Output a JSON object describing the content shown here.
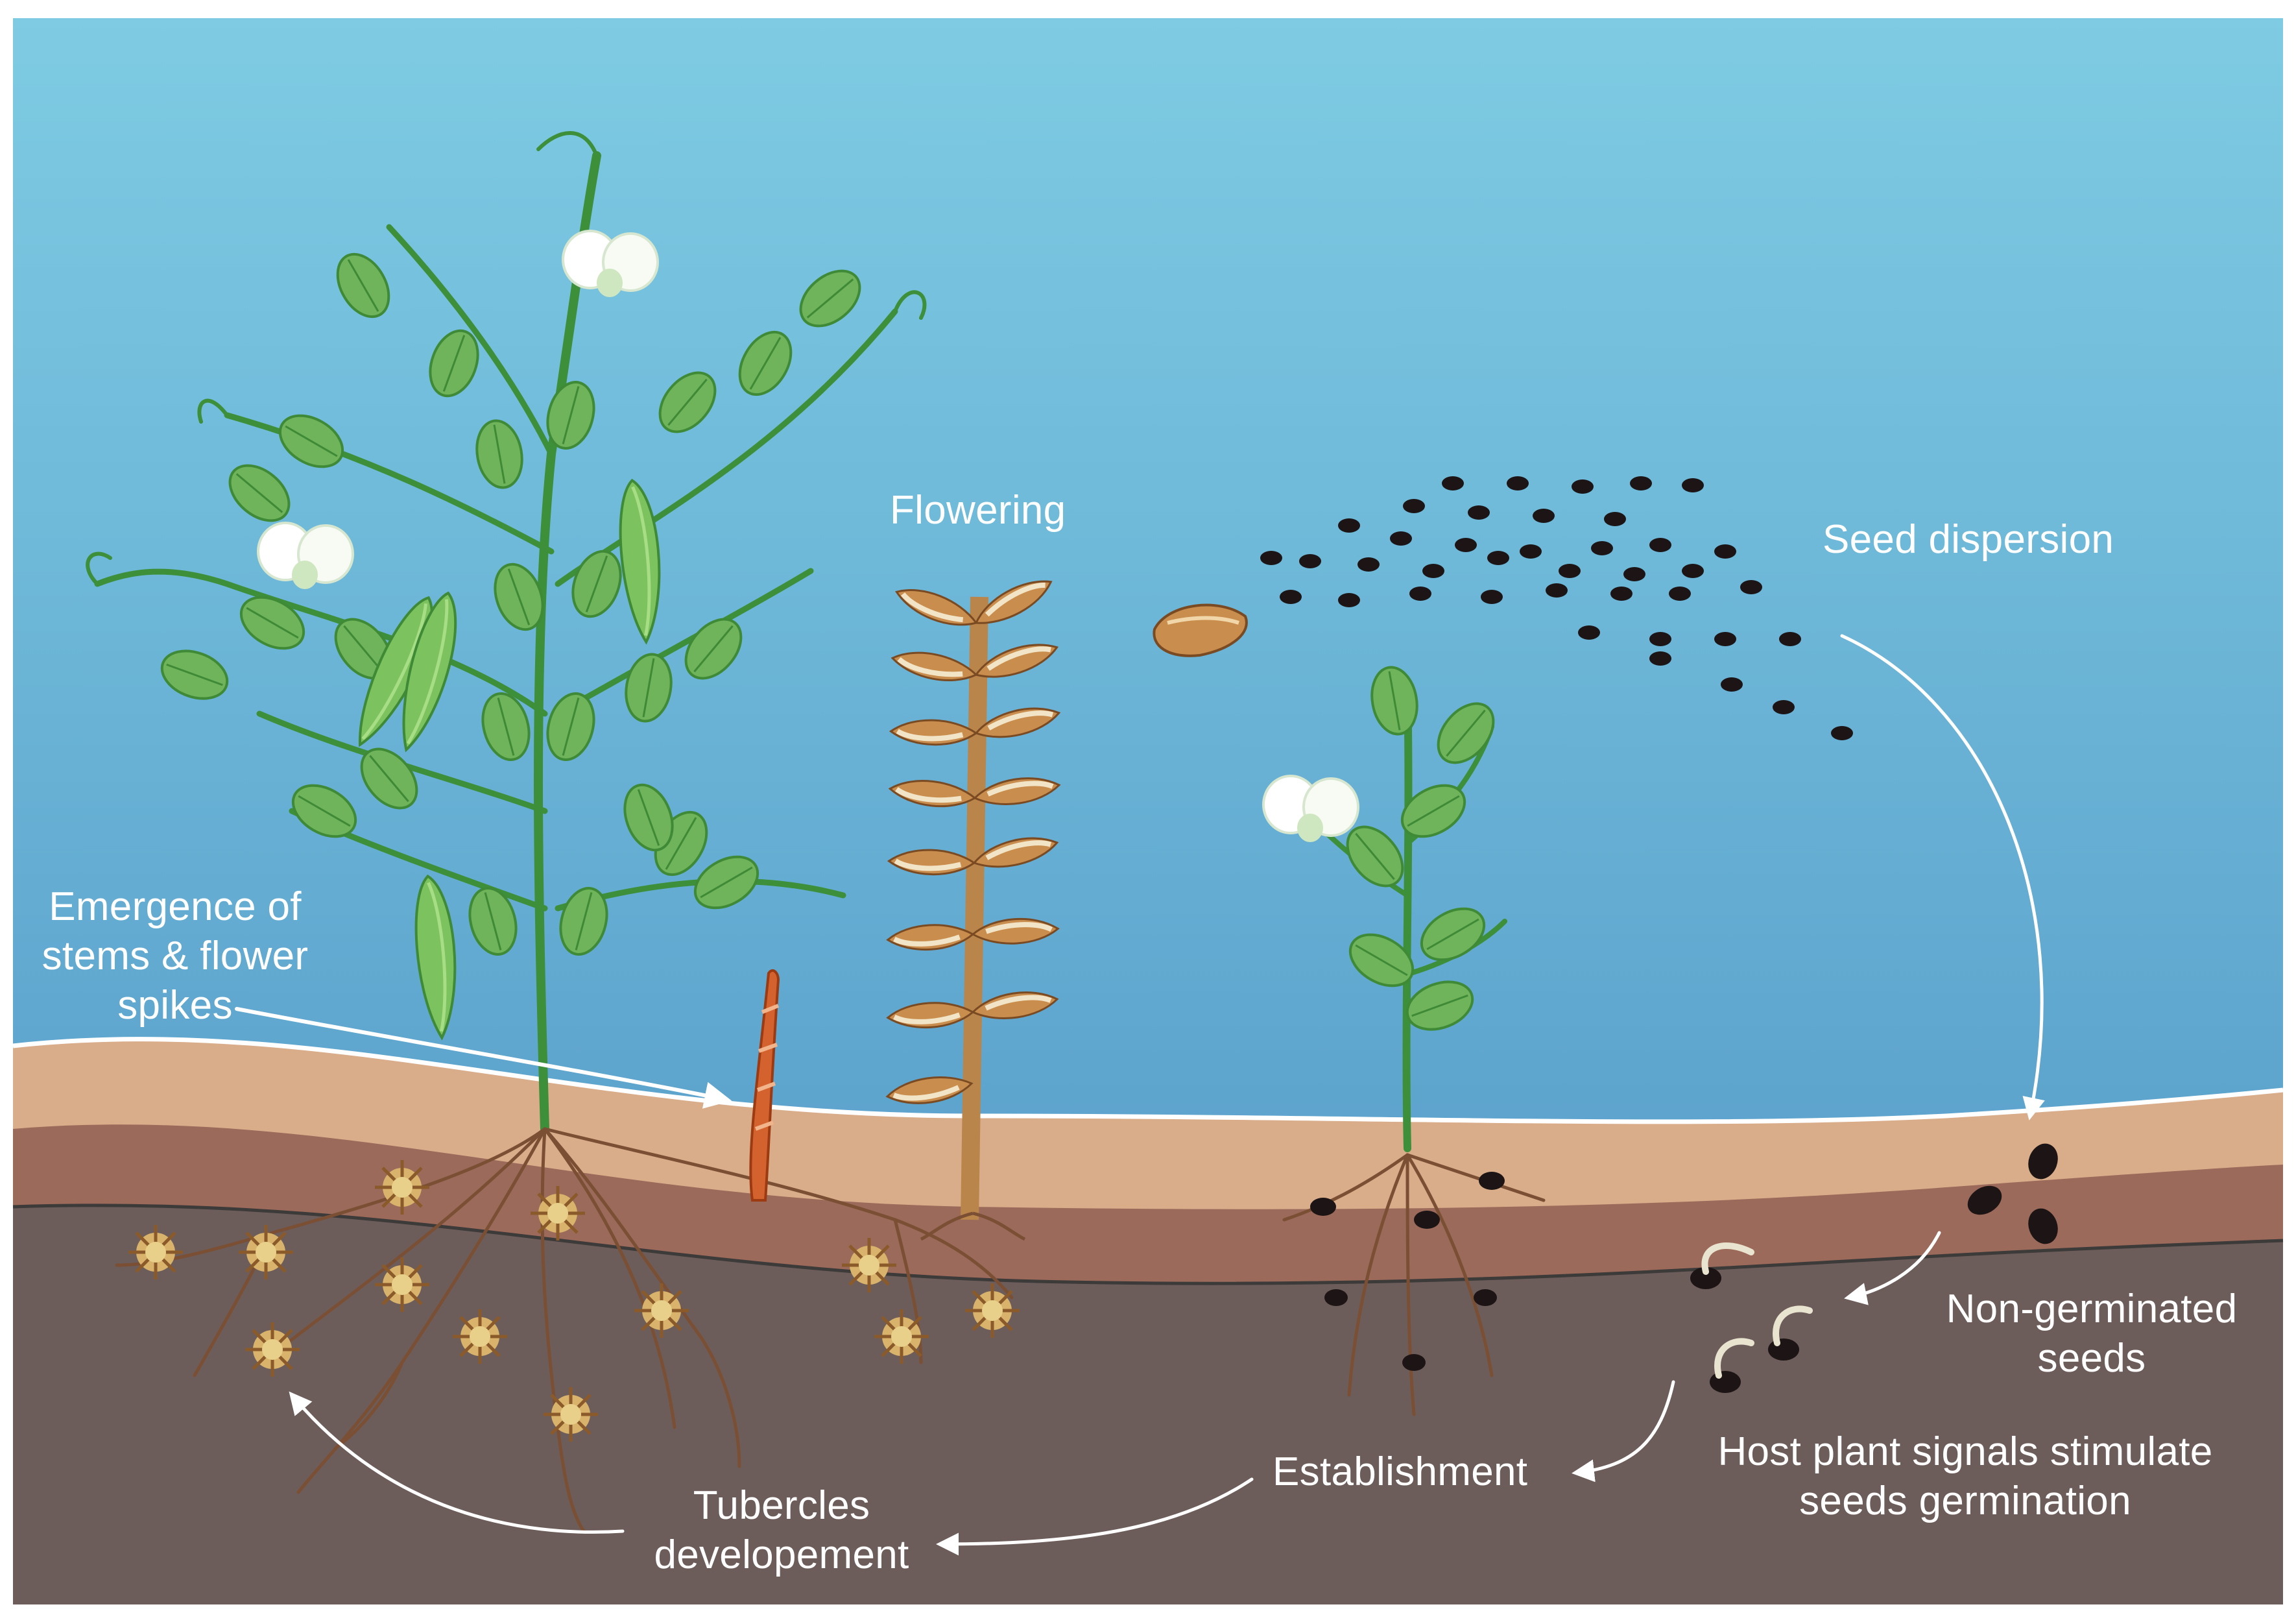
{
  "labels": {
    "flowering": "Flowering",
    "seed_dispersion": "Seed dispersion",
    "emergence": [
      "Emergence of",
      "stems & flower",
      "spikes"
    ],
    "non_germinated": [
      "Non-germinated",
      "seeds"
    ],
    "host_signals": [
      "Host plant signals stimulate",
      "seeds germination"
    ],
    "establishment": "Establishment",
    "tubercles": [
      "Tubercles",
      "developement"
    ]
  },
  "colors": {
    "sky_top": "#7ecbe3",
    "sky_bottom": "#4f93c4",
    "soil_top": "#d9ac8a",
    "soil_mid": "#9b6a5a",
    "soil_deep": "#6d5d5a",
    "leaf": "#6fb35a",
    "stem": "#3d8f3a",
    "seed": "#1d1515",
    "broomrape": "#c98d4d",
    "arrow": "#ffffff"
  }
}
